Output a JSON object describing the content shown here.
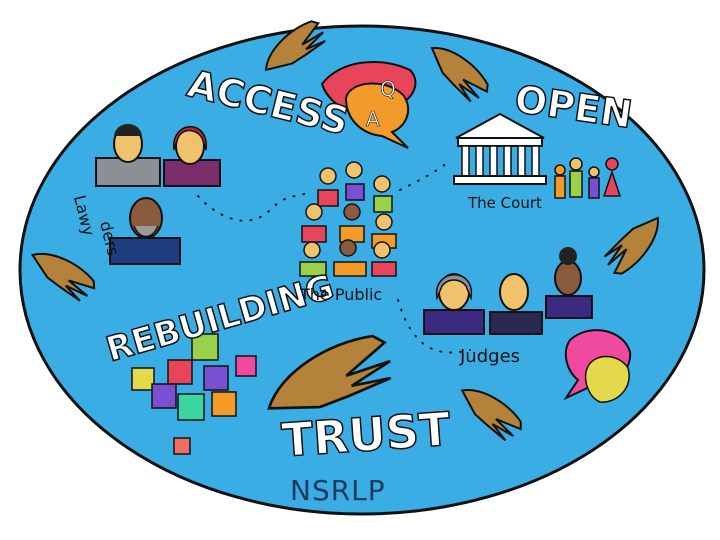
{
  "words": {
    "access": "ACCESS",
    "open": "OPEN",
    "rebuilding": "REBUILDING",
    "trust": "TRUST"
  },
  "speech_bubble": {
    "q": "Q",
    "a": "A"
  },
  "labels": {
    "lawyers_line1": "Lawy",
    "lawyers_line2": "ders",
    "the_court": "The Court",
    "the_public": "The Public",
    "judges": "Judges"
  },
  "footer": "NSRLP",
  "colors": {
    "ellipse_fill": "#3aaee4",
    "outline": "#111111",
    "hand": "#b5823c",
    "bubble_red": "#e8455b",
    "bubble_orange": "#f39b2a"
  }
}
